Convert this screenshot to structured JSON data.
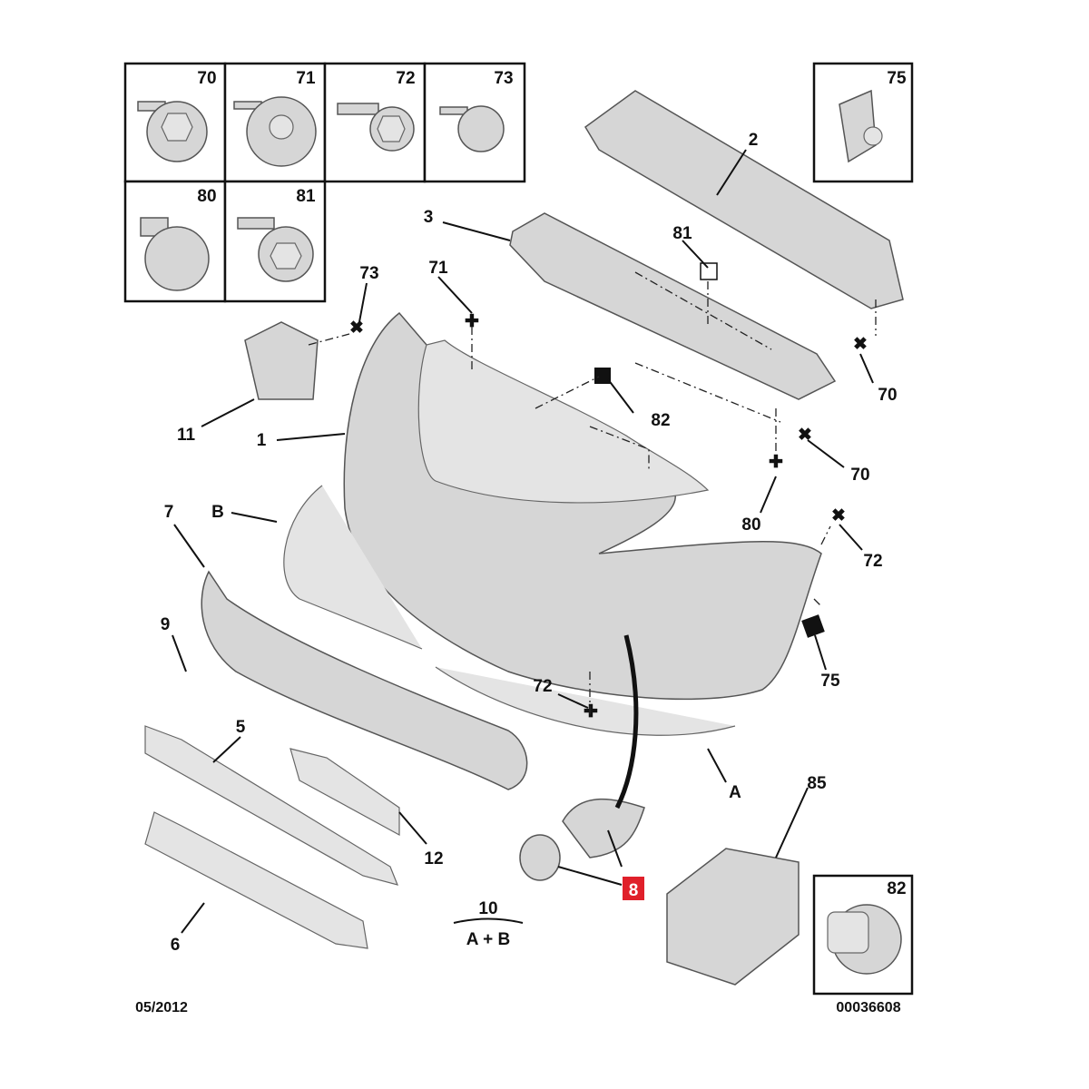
{
  "diagram": {
    "hardware_boxes": [
      "70",
      "71",
      "72",
      "73",
      "80",
      "81"
    ],
    "box_75": "75",
    "box_82": "82",
    "callouts": {
      "c2": "2",
      "c3": "3",
      "c81": "81",
      "c71": "71",
      "c73": "73",
      "c11": "11",
      "c1": "1",
      "c82": "82",
      "c70a": "70",
      "c70b": "70",
      "c80": "80",
      "c72a": "72",
      "c7": "7",
      "cB": "B",
      "c9": "9",
      "c72b": "72",
      "c75": "75",
      "c5": "5",
      "cA": "A",
      "c85": "85",
      "c12": "12",
      "c8": "8",
      "c6": "6"
    },
    "kit": {
      "number": "10",
      "contents": "A + B"
    },
    "date": "05/2012",
    "reference": "00036608",
    "highlight_color": "#e0202a"
  }
}
